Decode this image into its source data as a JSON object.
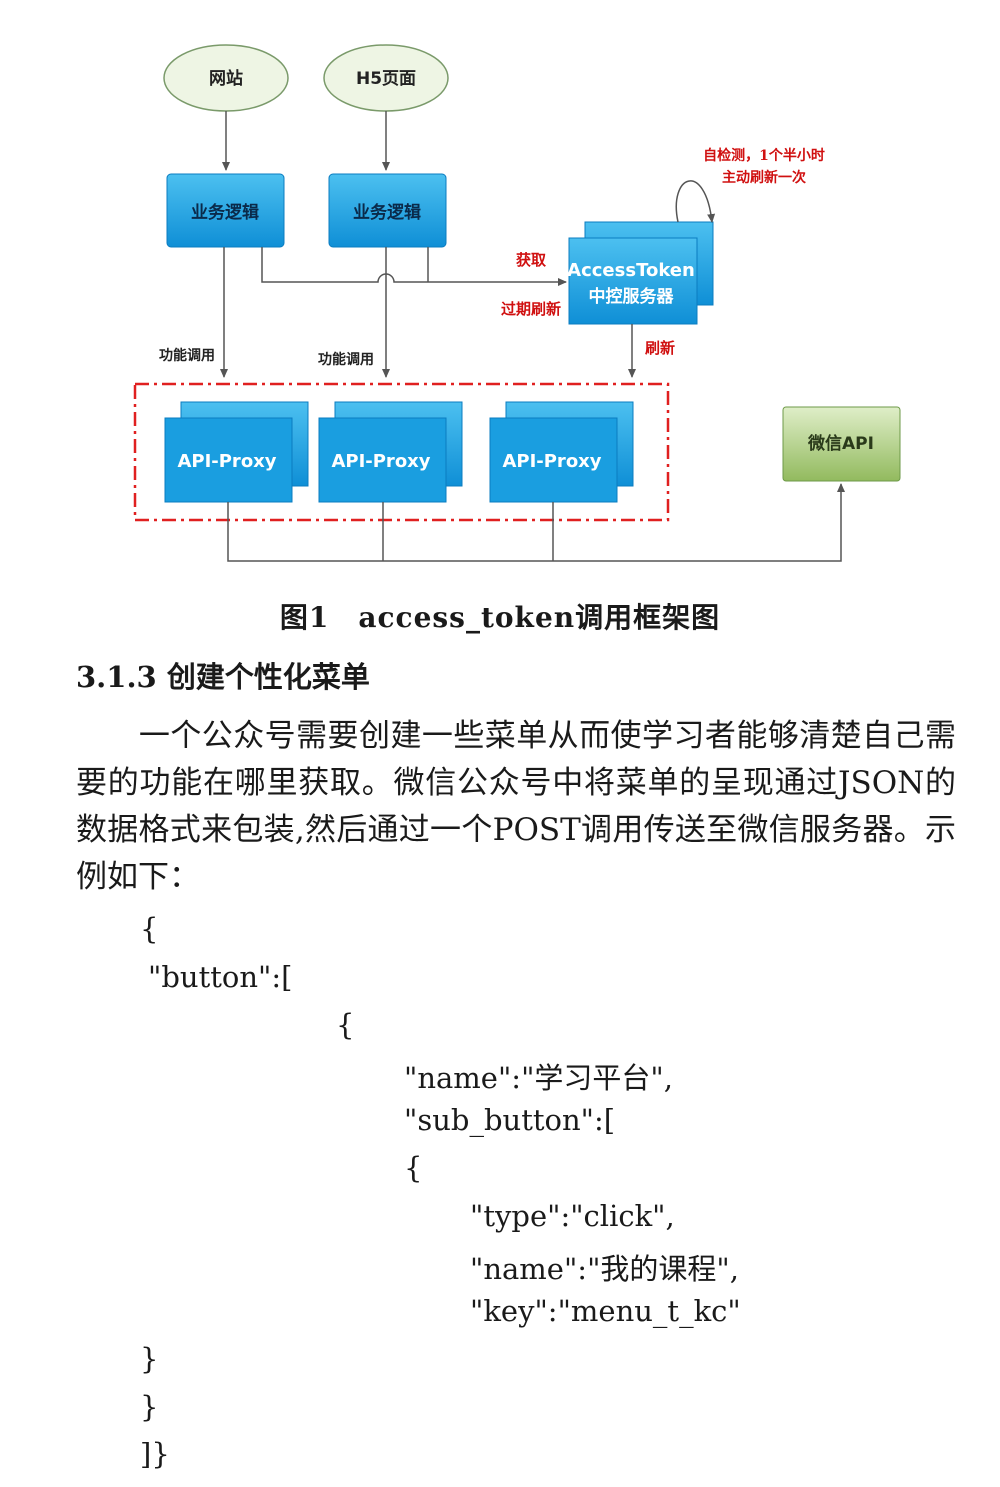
{
  "diagram": {
    "nodes": {
      "website": "网站",
      "h5_page": "H5页面",
      "business_logic_left": "业务逻辑",
      "business_logic_right": "业务逻辑",
      "token_server_line1": "AccessToken",
      "token_server_line2": "中控服务器",
      "proxy_1": "API-Proxy",
      "proxy_2": "API-Proxy",
      "proxy_3": "API-Proxy",
      "wechat_api": "微信API"
    },
    "labels": {
      "self_check_line1": "自检测，1个半小时",
      "self_check_line2": "主动刷新一次",
      "fetch": "获取",
      "expire_refresh": "过期刷新",
      "refresh": "刷新",
      "func_call_left": "功能调用",
      "func_call_right": "功能调用"
    },
    "colors": {
      "blue_box": "#1a9ee0",
      "green_box": "#9ac06a",
      "ellipse_fill": "#eef5e4",
      "dashed_border": "#e02020",
      "red_text": "#d01010"
    }
  },
  "caption": "图1　access_token调用框架图",
  "section": {
    "heading": "3.1.3 创建个性化菜单",
    "paragraph": "　　一个公众号需要创建一些菜单从而使学习者能够清楚自己需要的功能在哪里获取。微信公众号中将菜单的呈现通过JSON的数据格式来包装,然后通过一个POST调用传送至微信服务器。示例如下："
  },
  "code": {
    "l1": "{",
    "l2": "\"button\":[",
    "l3": "{",
    "l4": "\"name\":\"学习平台\",",
    "l5": "\"sub_button\":[",
    "l6": "{",
    "l7": "\"type\":\"click\",",
    "l8": "\"name\":\"我的课程\",",
    "l9": "\"key\":\"menu_t_kc\"",
    "l10": "}",
    "l11": "}",
    "l12": "]}"
  }
}
